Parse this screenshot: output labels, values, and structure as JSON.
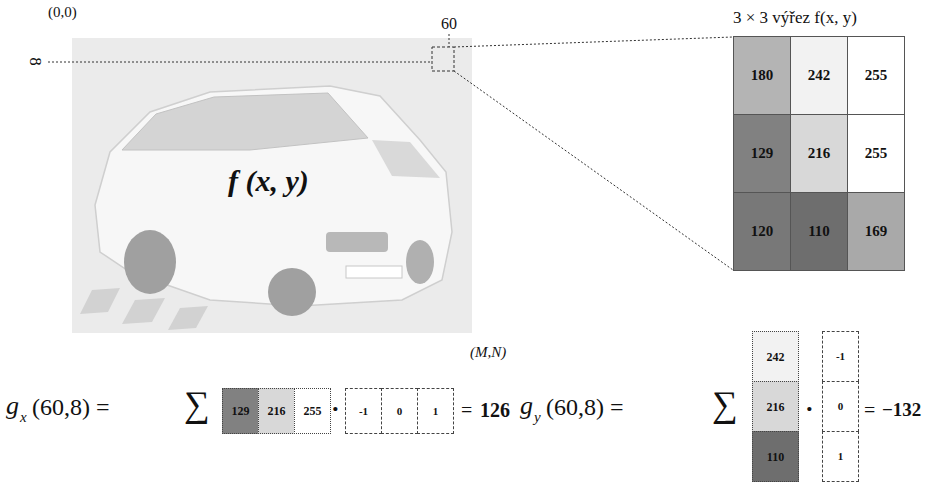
{
  "diagram": {
    "nodes": [
      {
        "text": [
          "f (x, y)"
        ]
      },
      {
        "text": [
          "3 × 3 výřez f(x, y)"
        ]
      },
      {
        "text": [
          "180"
        ],
        "in": 1
      },
      {
        "text": [
          "242"
        ],
        "in": 1
      },
      {
        "text": [
          "255"
        ],
        "in": 1
      },
      {
        "text": [
          "129"
        ],
        "in": 1
      },
      {
        "text": [
          "216"
        ],
        "in": 1
      },
      {
        "text": [
          "255"
        ],
        "in": 1
      },
      {
        "text": [
          "120"
        ],
        "in": 1
      },
      {
        "text": [
          "110"
        ],
        "in": 1
      },
      {
        "text": [
          "169"
        ],
        "in": 1
      },
      {
        "text": [
          "129"
        ]
      },
      {
        "text": [
          "216"
        ]
      },
      {
        "text": [
          "255"
        ]
      },
      {
        "text": [
          "-1"
        ]
      },
      {
        "text": [
          "0"
        ]
      },
      {
        "text": [
          "1"
        ]
      },
      {
        "text": [
          "242"
        ]
      },
      {
        "text": [
          "216"
        ]
      },
      {
        "text": [
          "110"
        ]
      },
      {
        "text": [
          "-1"
        ]
      },
      {
        "text": [
          "0"
        ]
      },
      {
        "text": [
          "1"
        ]
      }
    ],
    "labels": [
      "(0,0)",
      "60",
      "8",
      "(M,N)",
      "g",
      "x",
      "(60,8) =",
      "∑",
      "·",
      "=",
      "126",
      "g",
      "y",
      "(60,8) =",
      "∑",
      "·",
      "=",
      "−132"
    ]
  }
}
